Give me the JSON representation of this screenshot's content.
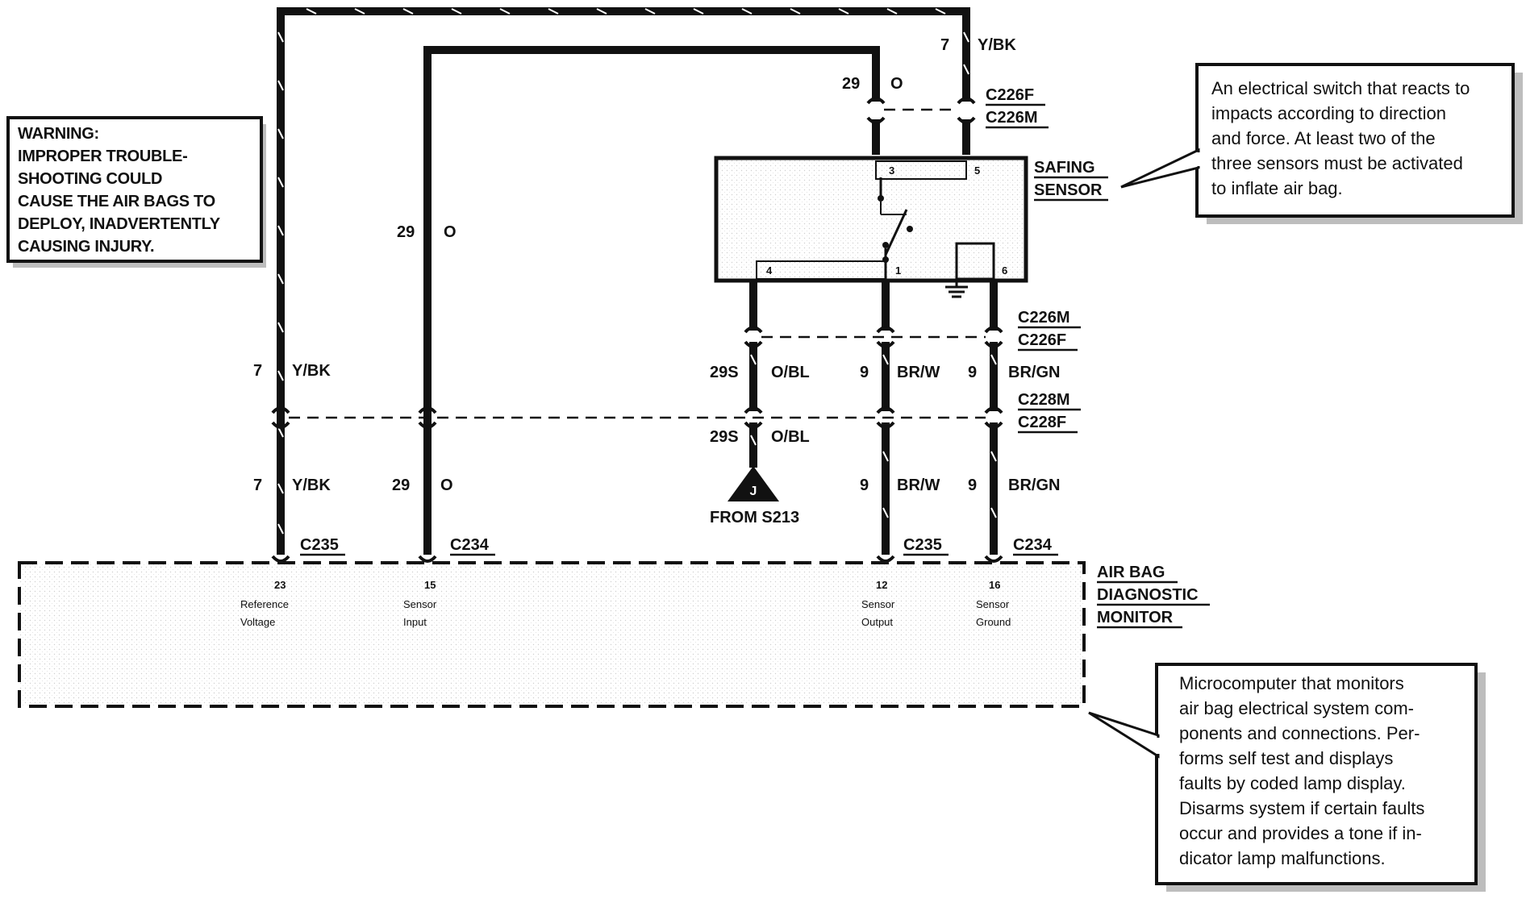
{
  "warning": {
    "lines": [
      "WARNING:",
      "IMPROPER TROUBLE-",
      "SHOOTING COULD",
      "CAUSE THE AIR BAGS TO",
      "DEPLOY, INADVERTENTLY",
      "CAUSING INJURY."
    ]
  },
  "safing_note": {
    "lines": [
      "An electrical switch that reacts to",
      "impacts according to direction",
      "and force. At least two of the",
      "three sensors must be activated",
      "to inflate air bag."
    ]
  },
  "monitor_note": {
    "lines": [
      "Microcomputer that monitors",
      "air bag electrical system com-",
      "ponents and connections. Per-",
      "forms self test and displays",
      "faults by coded lamp display.",
      "Disarms system if certain faults",
      "occur and provides a tone if in-",
      "dicator lamp malfunctions."
    ]
  },
  "safing_sensor": {
    "title_line1": "SAFING",
    "title_line2": "SENSOR",
    "pins": {
      "p3": "3",
      "p5": "5",
      "p4": "4",
      "p1": "1",
      "p6": "6"
    }
  },
  "monitor": {
    "title_line1": "AIR BAG",
    "title_line2": "DIAGNOSTIC",
    "title_line3": "MONITOR",
    "pins": [
      {
        "num": "23",
        "line1": "Reference",
        "line2": "Voltage"
      },
      {
        "num": "15",
        "line1": "Sensor",
        "line2": "Input"
      },
      {
        "num": "12",
        "line1": "Sensor",
        "line2": "Output"
      },
      {
        "num": "16",
        "line1": "Sensor",
        "line2": "Ground"
      }
    ]
  },
  "connectors": {
    "c226f_top": "C226F",
    "c226m_top": "C226M",
    "c226m_mid": "C226M",
    "c226f_mid": "C226F",
    "c228m": "C228M",
    "c228f": "C228F",
    "c235_left": "C235",
    "c234_left": "C234",
    "c235_right": "C235",
    "c234_right": "C234"
  },
  "wires": {
    "yb_top": {
      "num": "7",
      "color": "Y/BK"
    },
    "o_top": {
      "num": "29",
      "color": "O"
    },
    "o_mid": {
      "num": "29",
      "color": "O"
    },
    "yb_mid": {
      "num": "7",
      "color": "Y/BK"
    },
    "obl_upper": {
      "num": "29S",
      "color": "O/BL"
    },
    "brw_upper": {
      "num": "9",
      "color": "BR/W"
    },
    "brgn_upper": {
      "num": "9",
      "color": "BR/GN"
    },
    "obl_lower": {
      "num": "29S",
      "color": "O/BL"
    },
    "yb_lower": {
      "num": "7",
      "color": "Y/BK"
    },
    "o_lower": {
      "num": "29",
      "color": "O"
    },
    "brw_lower": {
      "num": "9",
      "color": "BR/W"
    },
    "brgn_lower": {
      "num": "9",
      "color": "BR/GN"
    }
  },
  "splice": {
    "letter": "J",
    "label": "FROM S213"
  }
}
